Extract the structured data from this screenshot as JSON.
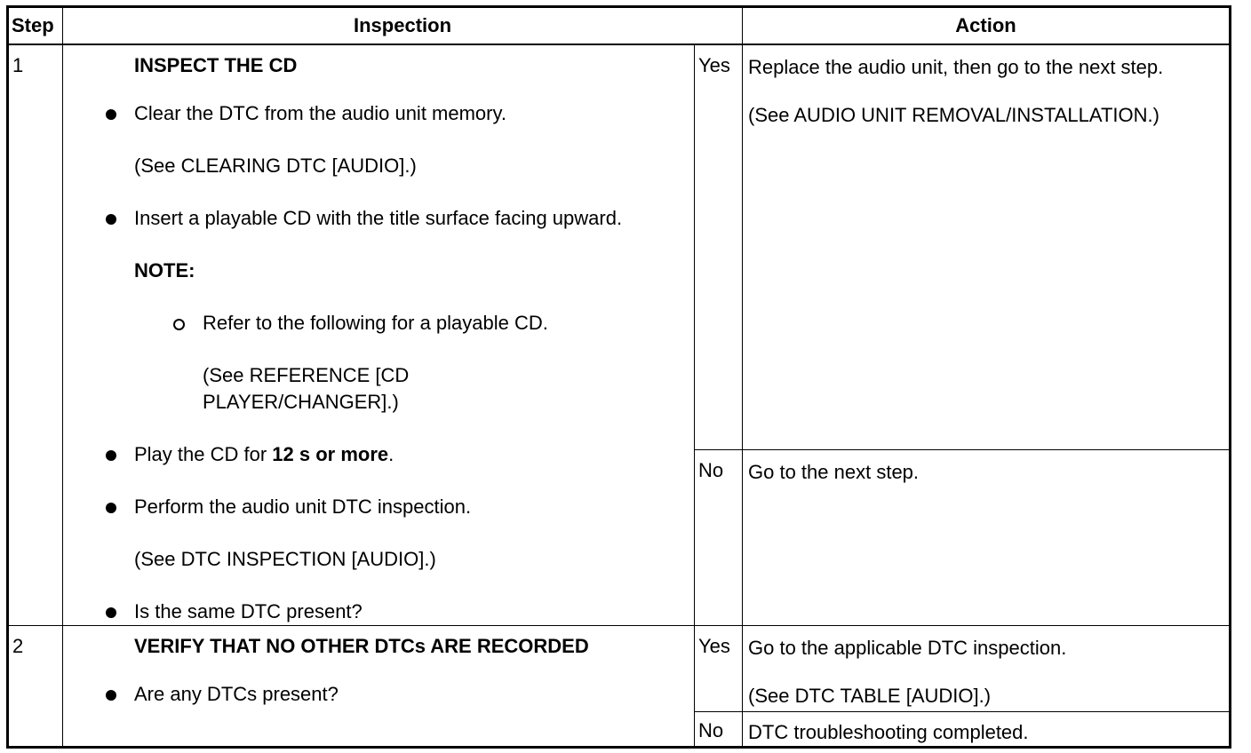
{
  "table": {
    "headers": {
      "step": "Step",
      "inspection": "Inspection",
      "action": "Action"
    },
    "rows": [
      {
        "step": "1",
        "heading": "INSPECT THE CD",
        "b1": "Clear the DTC from the audio unit memory.",
        "b1_ref": "(See CLEARING DTC [AUDIO].)",
        "b2": "Insert a playable CD with the title surface facing upward.",
        "note": "NOTE:",
        "sub1": "Refer to the following for a playable CD.",
        "sub1_ref": "(See REFERENCE [CD PLAYER/CHANGER].)",
        "b3_pre": "Play the CD for ",
        "b3_bold": "12 s or more",
        "b3_post": ".",
        "b4": "Perform the audio unit DTC inspection.",
        "b4_ref": "(See DTC INSPECTION [AUDIO].)",
        "b5": "Is the same DTC present?",
        "yes_label": "Yes",
        "yes_action": "Replace the audio unit, then go to the next step.",
        "yes_action_ref": "(See AUDIO UNIT REMOVAL/INSTALLATION.)",
        "no_label": "No",
        "no_action": "Go to the next step."
      },
      {
        "step": "2",
        "heading": "VERIFY THAT NO OTHER DTCs ARE RECORDED",
        "b1": "Are any DTCs present?",
        "yes_label": "Yes",
        "yes_action": "Go to the applicable DTC inspection.",
        "yes_action_ref": "(See DTC TABLE [AUDIO].)",
        "no_label": "No",
        "no_action": "DTC troubleshooting completed."
      }
    ]
  }
}
